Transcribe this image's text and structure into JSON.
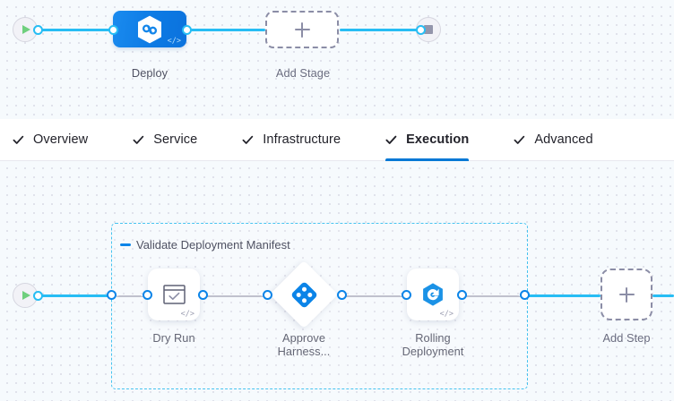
{
  "stage_canvas": {
    "start_node": {
      "icon": "play-icon"
    },
    "end_node": {
      "icon": "stop-icon"
    },
    "stages": [
      {
        "id": "deploy",
        "label": "Deploy",
        "icon": "harness-hexagon-icon",
        "code_badge": "</>",
        "selected": true
      },
      {
        "id": "add-stage",
        "label": "Add Stage",
        "icon": "plus-icon"
      }
    ]
  },
  "tabs": [
    {
      "id": "overview",
      "label": "Overview",
      "icon": "check-icon",
      "active": false
    },
    {
      "id": "service",
      "label": "Service",
      "icon": "check-icon",
      "active": false
    },
    {
      "id": "infrastructure",
      "label": "Infrastructure",
      "icon": "check-icon",
      "active": false
    },
    {
      "id": "execution",
      "label": "Execution",
      "icon": "check-icon",
      "active": true
    },
    {
      "id": "advanced",
      "label": "Advanced",
      "icon": "check-icon",
      "active": false
    }
  ],
  "execution_canvas": {
    "start_node": {
      "icon": "play-icon"
    },
    "step_group": {
      "title": "Validate Deployment Manifest",
      "collapse_icon": "minus-icon"
    },
    "steps": [
      {
        "id": "dry-run",
        "label": "Dry Run",
        "icon": "checkbox-window-icon",
        "code_badge": "</>",
        "shape": "square"
      },
      {
        "id": "approve-harness",
        "label": "Approve\nHarness...",
        "icon": "harness-approval-icon",
        "code_badge": "",
        "shape": "diamond"
      },
      {
        "id": "rolling-deployment",
        "label": "Rolling\nDeployment",
        "icon": "rolling-deploy-icon",
        "code_badge": "</>",
        "shape": "square"
      }
    ],
    "add_step": {
      "label": "Add Step",
      "icon": "plus-icon"
    }
  },
  "colors": {
    "accent_blue": "#0278d5",
    "connector_blue": "#27bdf4",
    "port_blue": "#0b84e8",
    "group_border": "#46c3f0",
    "canvas_bg": "#f6fafd",
    "dashed_gray": "#b8b9c6",
    "label_gray": "#4f5162"
  }
}
